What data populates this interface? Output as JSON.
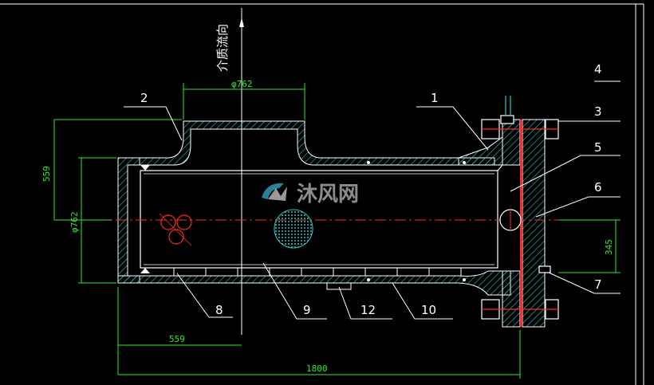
{
  "flow_label": "介质流向",
  "dimensions": {
    "top_diameter": "φ762",
    "left_height": "559",
    "left_diameter": "φ762",
    "bottom_offset": "559",
    "total_length": "1800",
    "right_offset": "345"
  },
  "part_numbers": {
    "p1": "1",
    "p2": "2",
    "p3": "3",
    "p4": "4",
    "p5": "5",
    "p6": "6",
    "p7": "7",
    "p8": "8",
    "p9": "9",
    "p10": "10",
    "p12": "12"
  },
  "watermark": "沐风网",
  "colors": {
    "background": "#000000",
    "outline": "#ffffff",
    "dimension": "#2ee82e",
    "centerline": "#ff2a2a",
    "hatch": "#27c9c9"
  }
}
